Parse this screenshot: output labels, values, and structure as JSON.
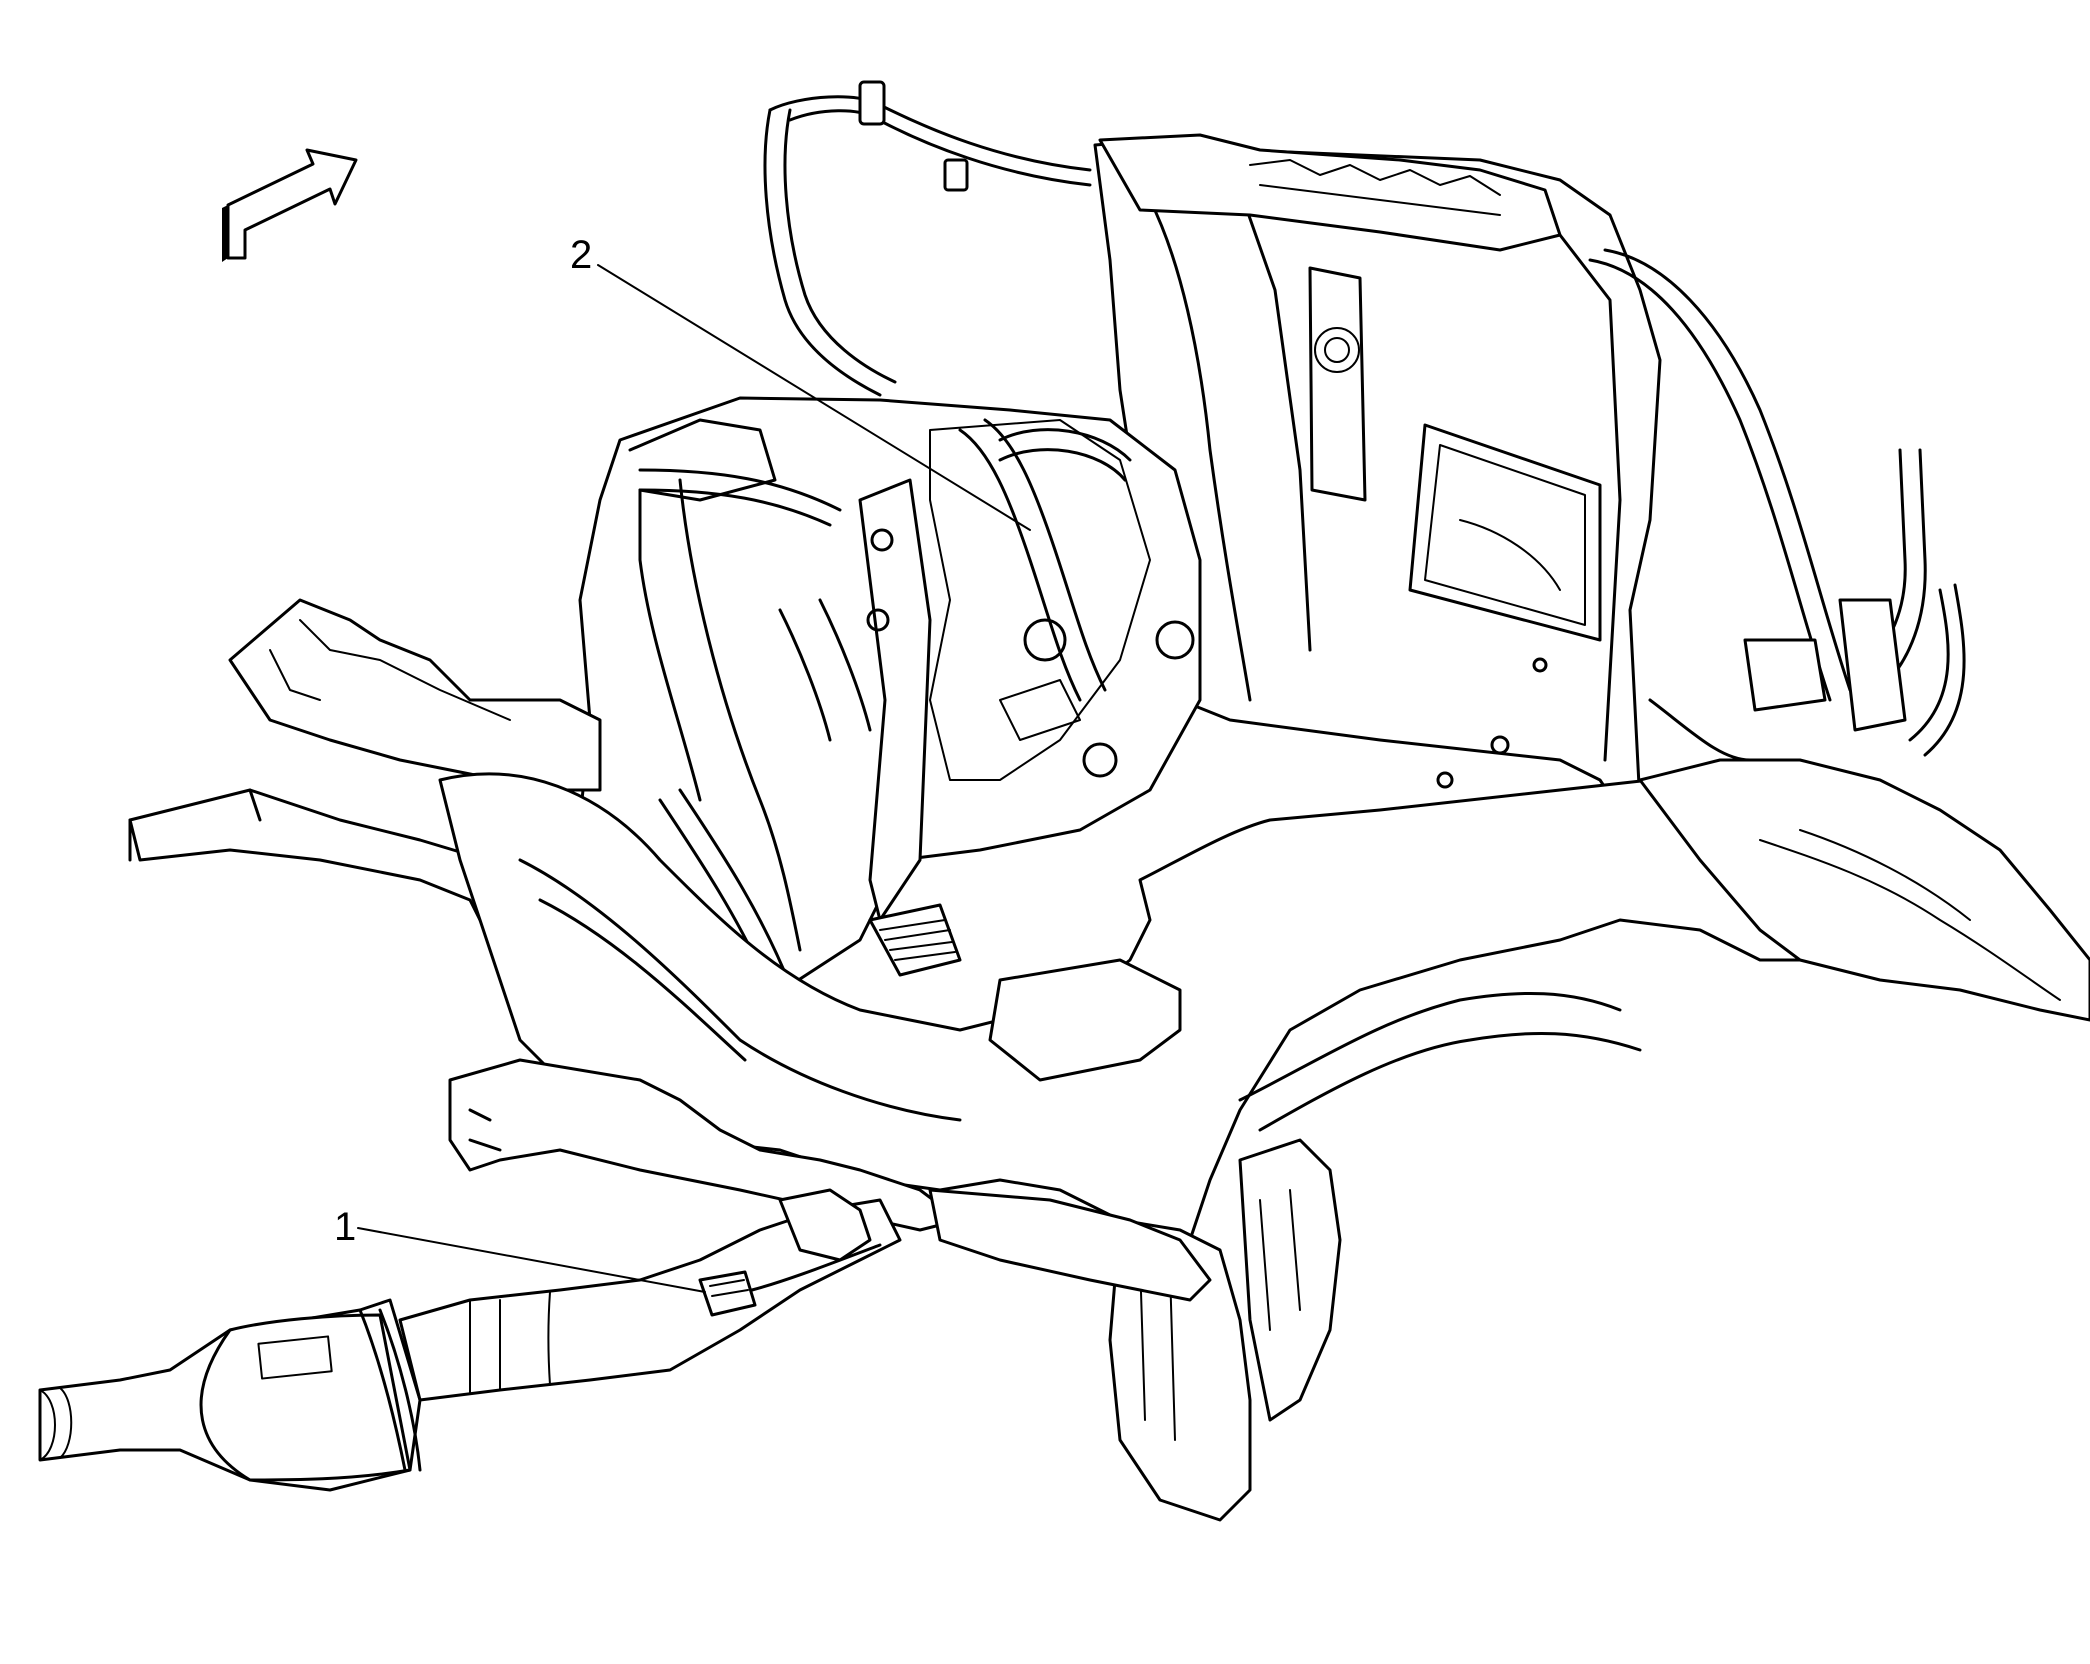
{
  "diagram": {
    "callouts": [
      {
        "id": "1",
        "label": "1"
      },
      {
        "id": "2",
        "label": "2"
      }
    ],
    "stroke_color": "#000000",
    "background_color": "#ffffff",
    "icons": [
      "direction-arrow-icon"
    ]
  }
}
